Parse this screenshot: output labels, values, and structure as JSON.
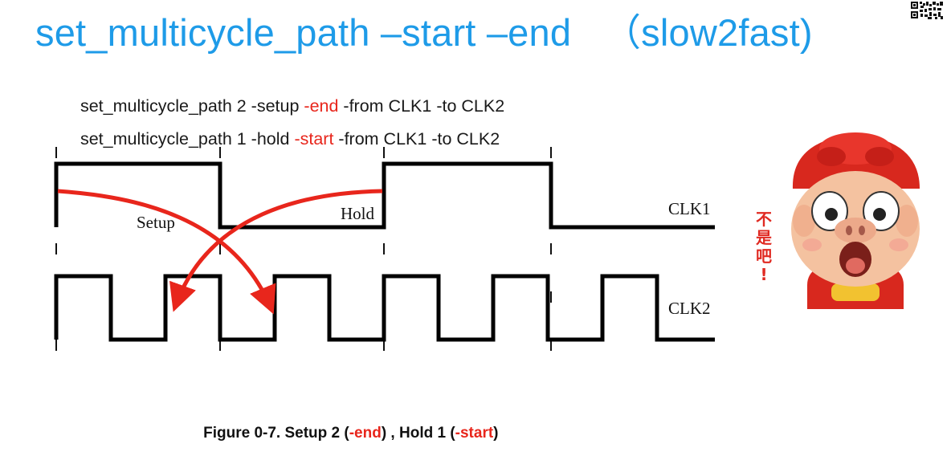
{
  "title": "set_multicycle_path –start –end   （slow2fast)",
  "commands": [
    {
      "prefix": "set_multicycle_path 2 -setup ",
      "highlight": "-end",
      "suffix": " -from CLK1 -to CLK2"
    },
    {
      "prefix": "set_multicycle_path 1 -hold ",
      "highlight": "-start",
      "suffix": " -from CLK1 -to CLK2"
    }
  ],
  "diagram": {
    "labels": {
      "setup": "Setup",
      "hold": "Hold",
      "clk1": "CLK1",
      "clk2": "CLK2"
    },
    "waveform_color": "#000000",
    "arrow_color": "#e8261c"
  },
  "caption": {
    "part1": "Figure 0-7. Setup 2 (",
    "hl1": "-end",
    "part2": ") , Hold 1 (",
    "hl2": "-start",
    "part3": ")"
  },
  "sticker": {
    "chars": [
      "不",
      "是",
      "吧",
      "!"
    ],
    "icon": "surprised-pig-cartoon"
  },
  "colors": {
    "title": "#1e9be8",
    "highlight": "#e8261c"
  }
}
